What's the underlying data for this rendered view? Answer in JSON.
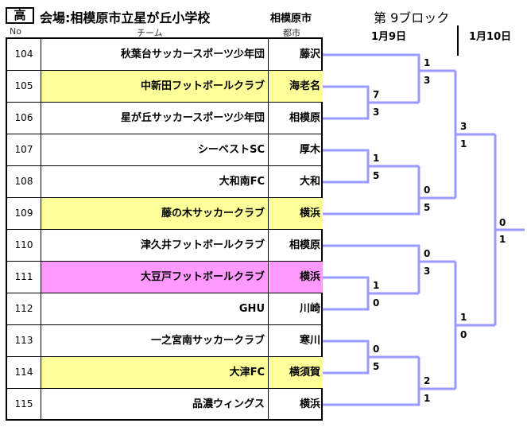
{
  "header": {
    "grade": "高",
    "venue": "会場:相模原市立星が丘小学校",
    "venue_city": "相模原市",
    "block": "第 9ブロック",
    "day1": "1月9日",
    "day2": "1月10日"
  },
  "columns": {
    "no": "No",
    "team": "チーム",
    "city": "都市"
  },
  "colors": {
    "yellow": "#ffff99",
    "pink": "#ff99ff",
    "bracket": "#9999ff"
  },
  "teams": [
    {
      "no": "104",
      "name": "秋葉台サッカースポーツ少年団",
      "city": "藤沢",
      "highlight": "none"
    },
    {
      "no": "105",
      "name": "中新田フットボールクラブ",
      "city": "海老名",
      "highlight": "yellow"
    },
    {
      "no": "106",
      "name": "星が丘サッカースポーツ少年団",
      "city": "相模原",
      "highlight": "none"
    },
    {
      "no": "107",
      "name": "シーベストSC",
      "city": "厚木",
      "highlight": "none"
    },
    {
      "no": "108",
      "name": "大和南FC",
      "city": "大和",
      "highlight": "none"
    },
    {
      "no": "109",
      "name": "藤の木サッカークラブ",
      "city": "横浜",
      "highlight": "yellow"
    },
    {
      "no": "110",
      "name": "津久井フットボールクラブ",
      "city": "相模原",
      "highlight": "none"
    },
    {
      "no": "111",
      "name": "大豆戸フットボールクラブ",
      "city": "横浜",
      "highlight": "pink"
    },
    {
      "no": "112",
      "name": "GHU",
      "city": "川崎",
      "highlight": "none"
    },
    {
      "no": "113",
      "name": "一之宮南サッカークラブ",
      "city": "寒川",
      "highlight": "none"
    },
    {
      "no": "114",
      "name": "大津FC",
      "city": "横須賀",
      "highlight": "yellow"
    },
    {
      "no": "115",
      "name": "品濃ウィングス",
      "city": "横浜",
      "highlight": "none"
    }
  ],
  "scores": {
    "r1_105_106": [
      "7",
      "3"
    ],
    "r1_107_108": [
      "1",
      "5"
    ],
    "r1_111_112": [
      "1",
      "0"
    ],
    "r1_113_114": [
      "0",
      "5"
    ],
    "r2_104_w": [
      "1",
      "3"
    ],
    "r2_w_109": [
      "0",
      "5"
    ],
    "r2_110_w": [
      "0",
      "3"
    ],
    "r2_w_115": [
      "2",
      "1"
    ],
    "r3_top": [
      "3",
      "1"
    ],
    "r3_bottom": [
      "1",
      "0"
    ],
    "final": [
      "0",
      "1"
    ]
  }
}
